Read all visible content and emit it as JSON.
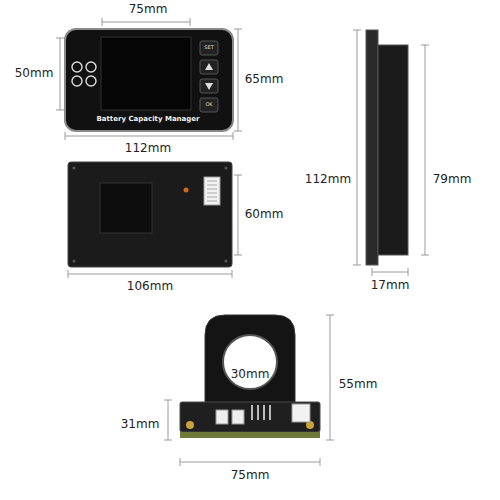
{
  "diagram": {
    "labels": [
      "75mm",
      "50mm",
      "65mm",
      "112mm",
      "Battery Capacity Manager",
      "SET",
      "OK",
      "60mm",
      "106mm",
      "112mm",
      "79mm",
      "17mm",
      "30mm",
      "55mm",
      "31mm",
      "75mm"
    ]
  }
}
